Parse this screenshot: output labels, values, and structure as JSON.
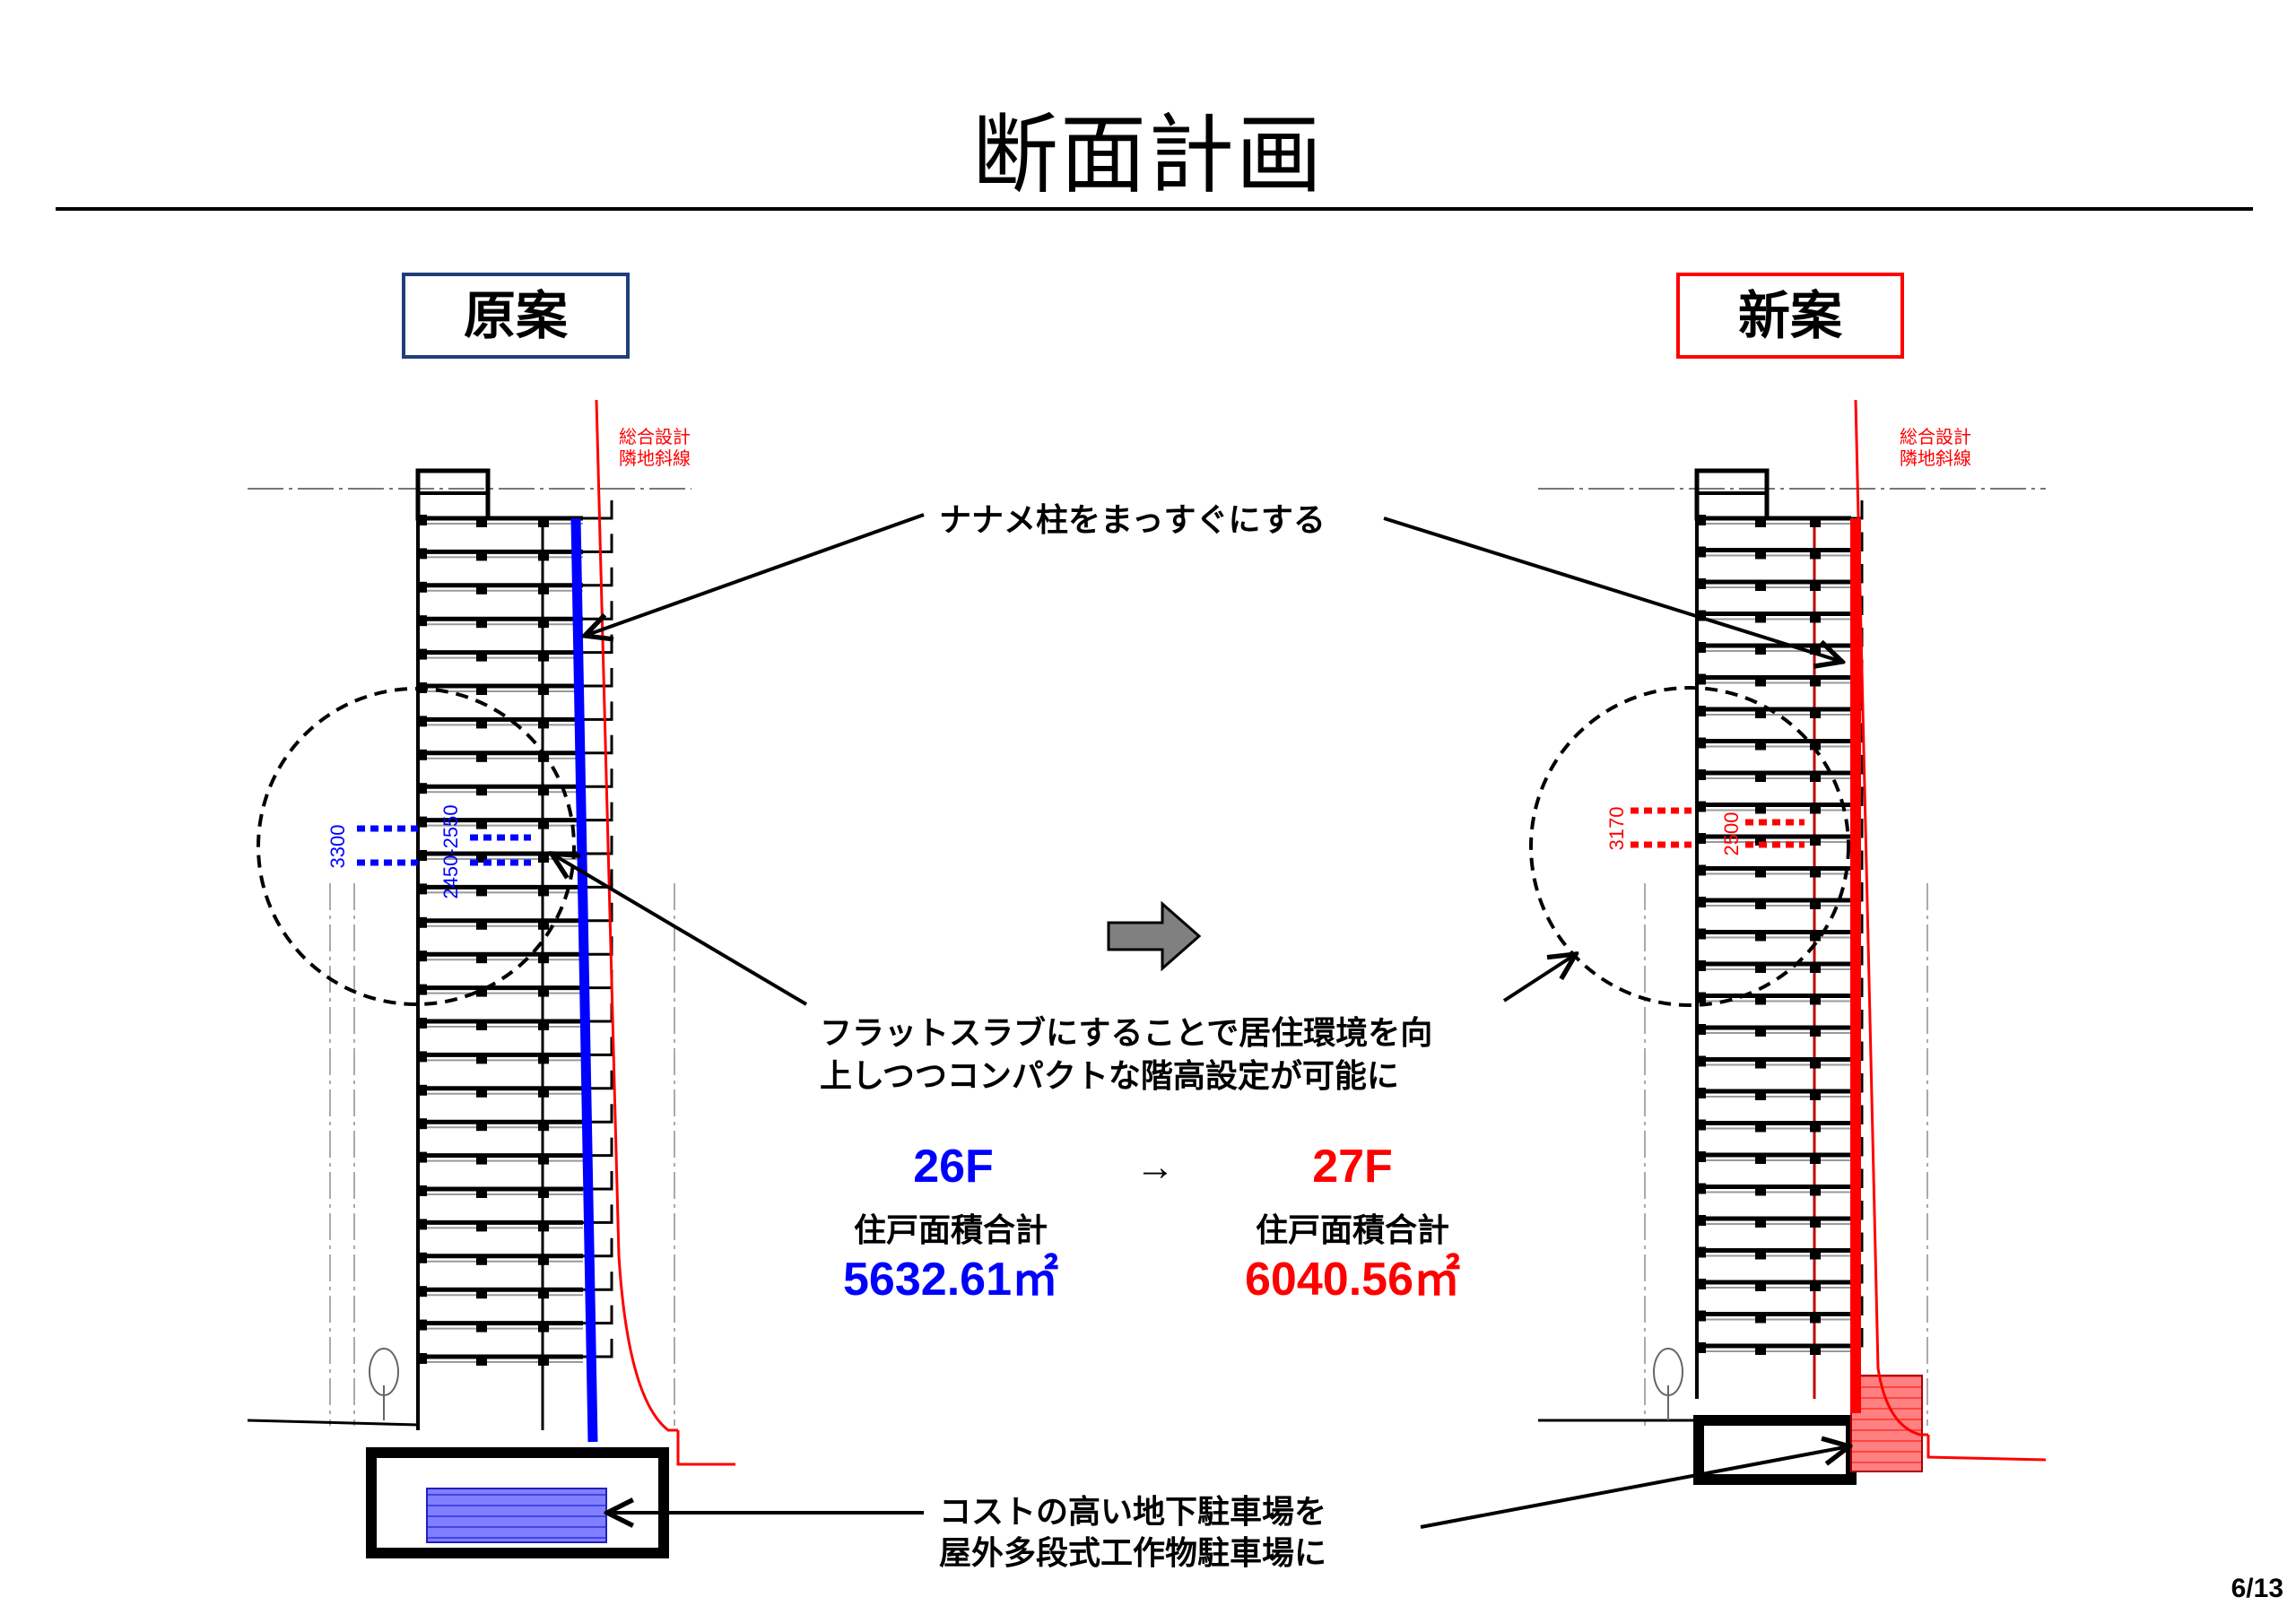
{
  "title": "断面計画",
  "cases": {
    "original": "原案",
    "new": "新案"
  },
  "slope_line_label": [
    "総合設計",
    "隣地斜線"
  ],
  "dimensions": {
    "original": {
      "story_height": "3300",
      "ceiling_height": "2450-2550"
    },
    "new": {
      "story_height": "3170",
      "ceiling_height": "2500"
    }
  },
  "callouts": {
    "column": "ナナメ柱をまっすぐにする",
    "slab": [
      "フラットスラブにすることで居住環境を向",
      "上しつつコンパクトな階高設定が可能に"
    ],
    "parking": [
      "コストの高い地下駐車場を",
      "屋外多段式工作物駐車場に"
    ]
  },
  "comparison": {
    "arrow": "→",
    "original_floors": "26F",
    "new_floors": "27F",
    "area_label": "住戸面積合計",
    "original_area": "5632.61㎡",
    "new_area": "6040.56㎡"
  },
  "colors": {
    "original": "#0000ff",
    "new": "#ff0000",
    "original_box": "#1f3f7a"
  },
  "page_number": "6/13"
}
